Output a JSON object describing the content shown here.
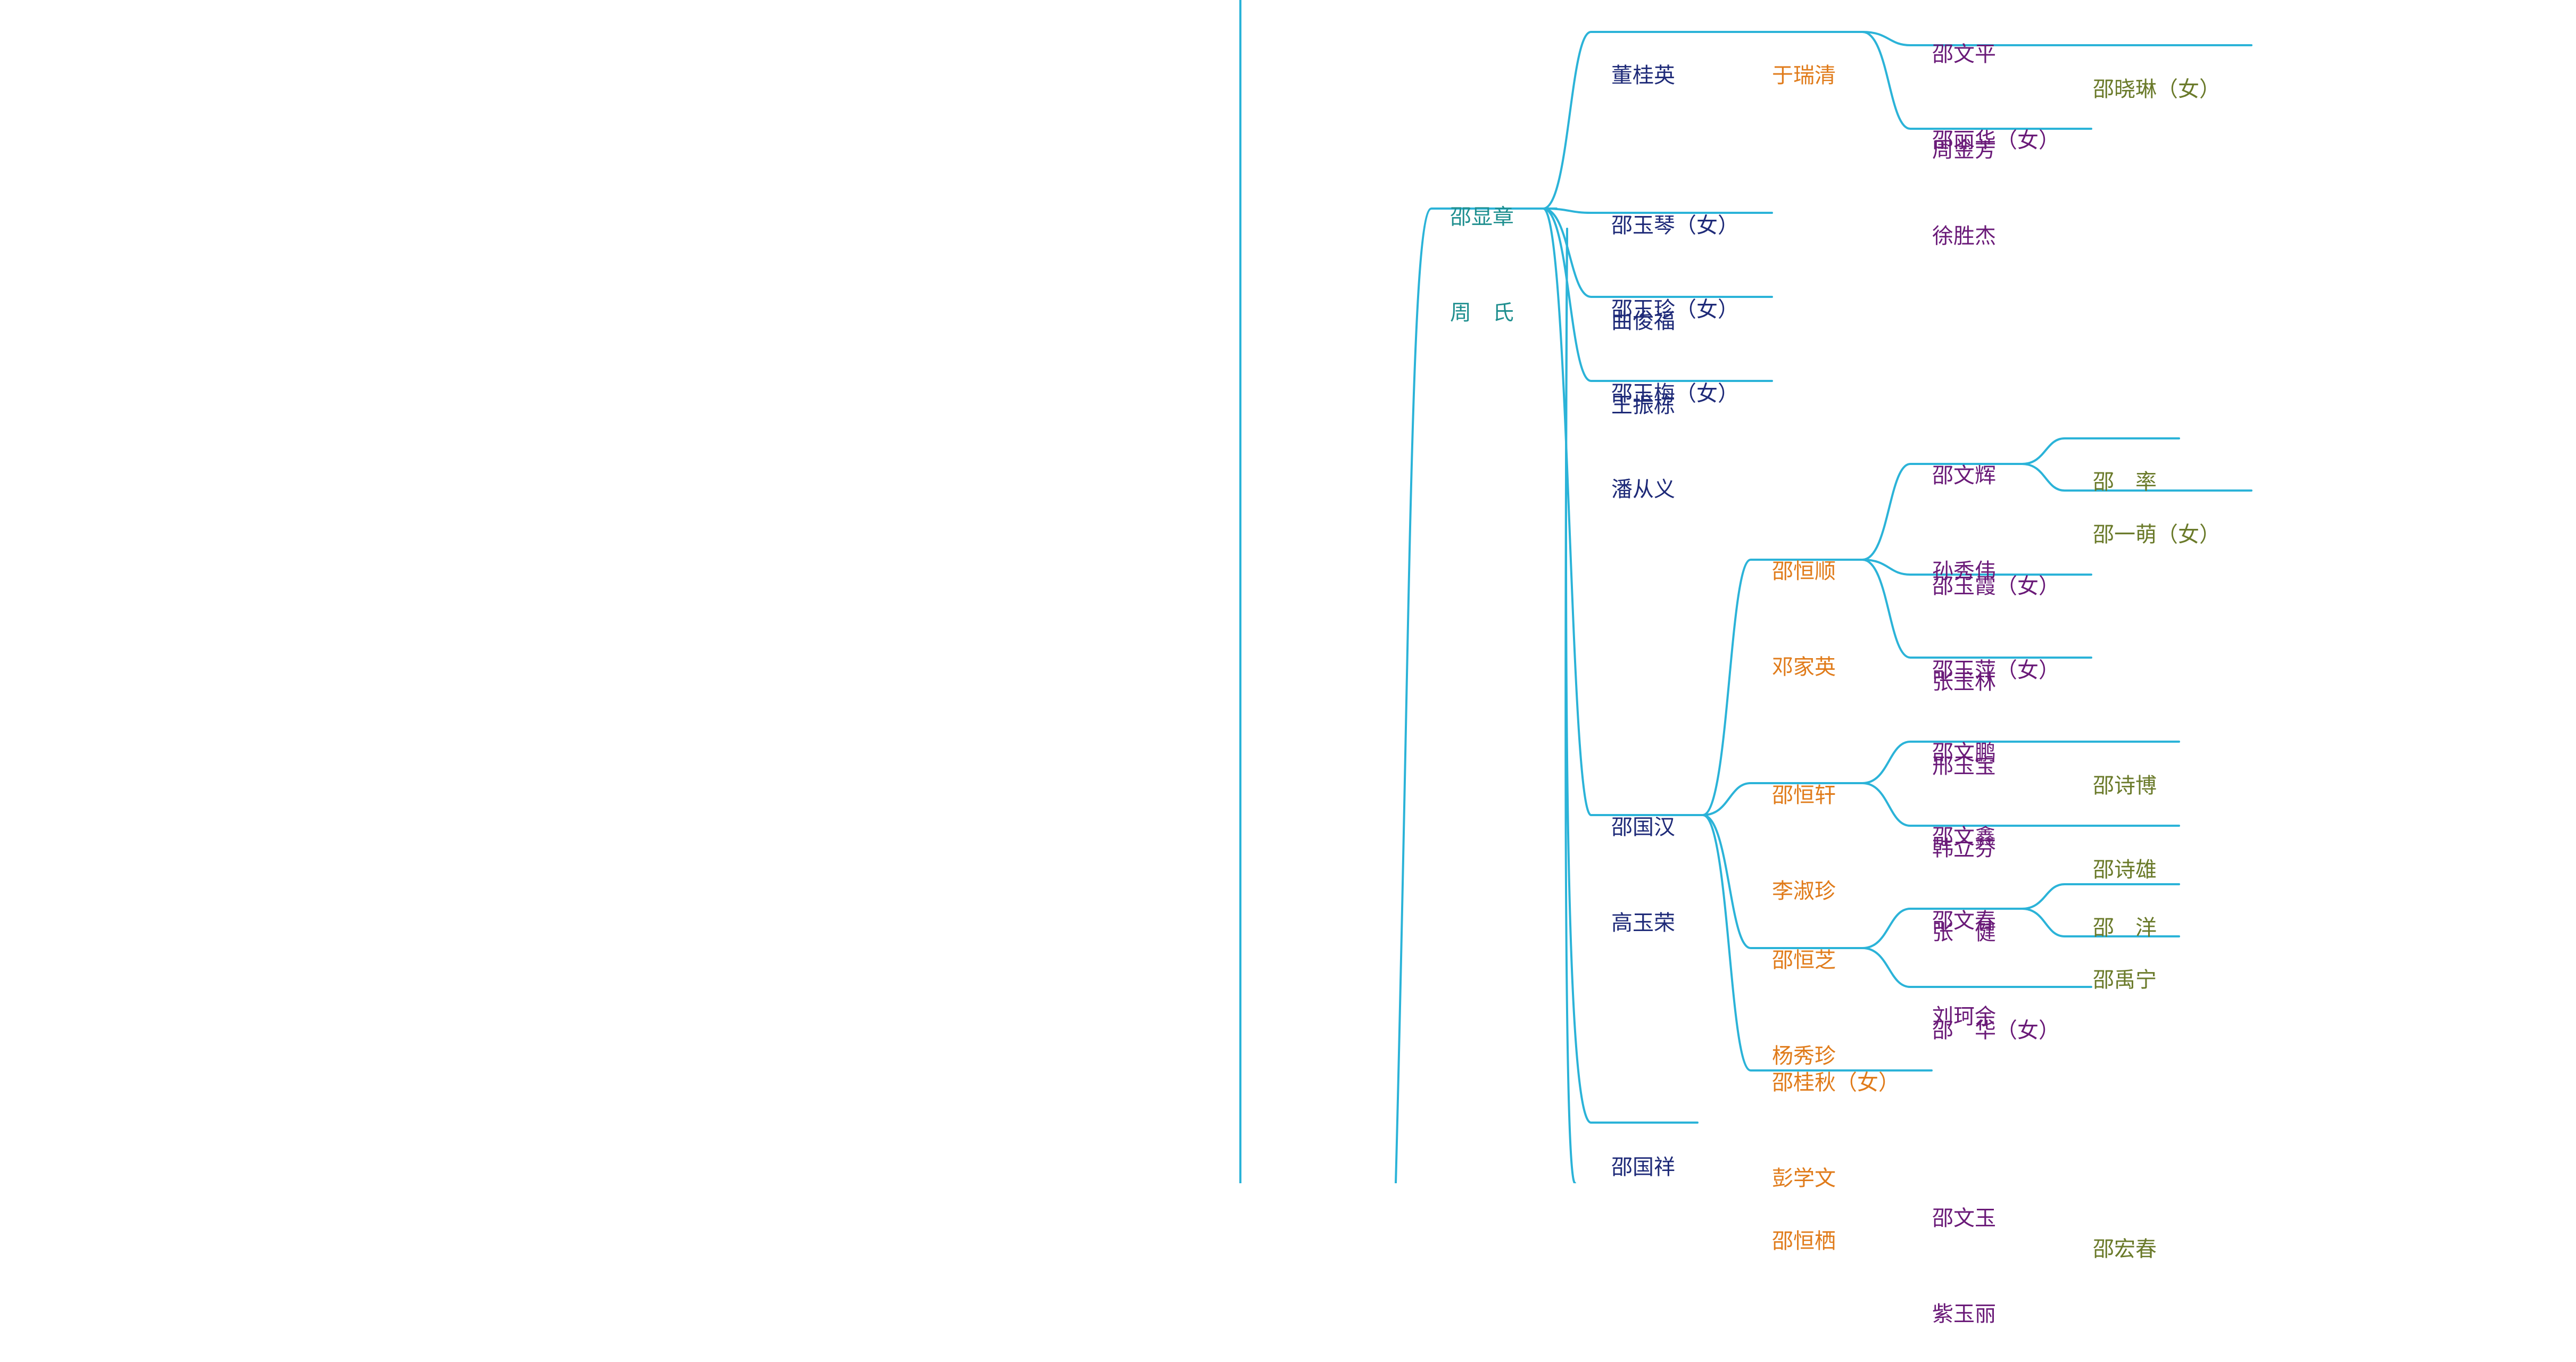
{
  "colors": {
    "connector": "#2bb3d8",
    "gen1": "#1f8f8f",
    "gen2": "#1e2a78",
    "gen3": "#e07b1a",
    "gen4": "#6a1a78",
    "gen5": "#6a7a2a"
  },
  "nodes": {
    "root": {
      "l1": "邵显章",
      "l2": "周　氏"
    },
    "dong": {
      "l1": "董桂英"
    },
    "yu": {
      "l1": "于瑞清"
    },
    "zhoujf": {
      "l1": "邵文平",
      "l2": "周金芳"
    },
    "xiaolin": {
      "l1": "邵晓琳（女）"
    },
    "lihua": {
      "l1": "邵丽华（女）",
      "l2": "徐胜杰"
    },
    "yuqin": {
      "l1": "邵玉琴（女）",
      "l2": "曲俊福"
    },
    "yuzhen": {
      "l1": "邵玉珍（女）",
      "l2": "王振栋"
    },
    "yumei": {
      "l1": "邵玉梅（女）",
      "l2": "潘从义"
    },
    "guohan": {
      "l1": "邵国汉",
      "l2": "高玉荣"
    },
    "hengshun": {
      "l1": "邵恒顺",
      "l2": "邓家英"
    },
    "wenhui": {
      "l1": "邵文辉",
      "l2": "孙秀伟"
    },
    "shuai": {
      "l1": "邵　率"
    },
    "yimeng": {
      "l1": "邵一萌（女）"
    },
    "yuxia": {
      "l1": "邵玉霞（女）",
      "l2": "张玉林"
    },
    "yuping": {
      "l1": "邵玉萍（女）",
      "l2": "邢玉宝"
    },
    "hengxuan": {
      "l1": "邵恒轩",
      "l2": "李淑珍"
    },
    "wenpeng": {
      "l1": "邵文鹏",
      "l2": "韩立芬"
    },
    "shibo": {
      "l1": "邵诗博"
    },
    "wenxin": {
      "l1": "邵文鑫",
      "l2": "张　健"
    },
    "shixiong": {
      "l1": "邵诗雄"
    },
    "hengzhi": {
      "l1": "邵恒芝",
      "l2": "杨秀珍"
    },
    "wenchun": {
      "l1": "邵文春",
      "l2": "刘珂余"
    },
    "yang": {
      "l1": "邵　洋"
    },
    "yuning": {
      "l1": "邵禹宁"
    },
    "hua": {
      "l1": "邵　华（女）"
    },
    "guiqiu": {
      "l1": "邵桂秋（女）",
      "l2": "彭学文"
    },
    "guoxiang": {
      "l1": "邵国祥"
    },
    "hengbot": {
      "l1": "邵恒栖"
    },
    "wenyu": {
      "l1": "邵文玉",
      "l2": "紫玉丽"
    },
    "bot5": {
      "l1": "邵宏春"
    }
  }
}
